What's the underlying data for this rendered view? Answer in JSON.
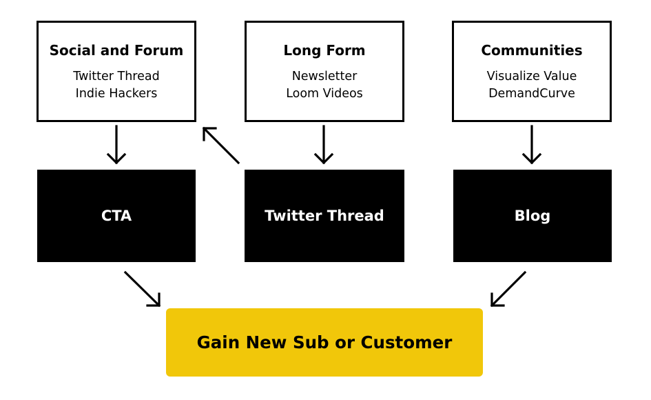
{
  "top_boxes": [
    {
      "title": "Social and Forum",
      "items": [
        "Twitter Thread",
        "Indie Hackers"
      ]
    },
    {
      "title": "Long Form",
      "items": [
        "Newsletter",
        "Loom Videos"
      ]
    },
    {
      "title": "Communities",
      "items": [
        "Visualize Value",
        "DemandCurve"
      ]
    }
  ],
  "middle_boxes": [
    {
      "label": "CTA"
    },
    {
      "label": "Twitter Thread"
    },
    {
      "label": "Blog"
    }
  ],
  "goal": {
    "label": "Gain New Sub or Customer"
  },
  "colors": {
    "goal_fill": "#F1C70A",
    "box_dark": "#000000",
    "box_light": "#ffffff"
  }
}
